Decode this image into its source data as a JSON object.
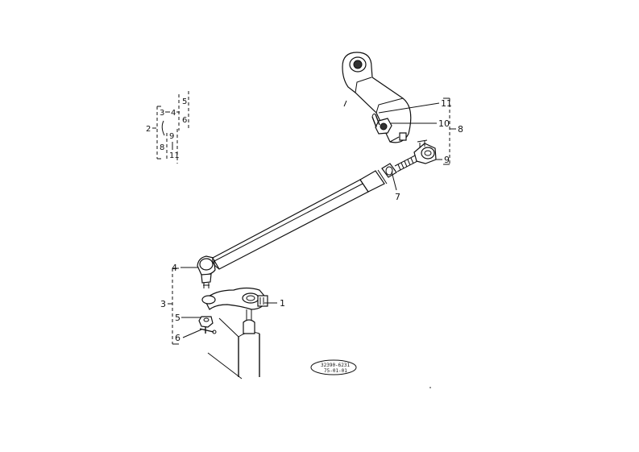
{
  "labels": {
    "p1": "1",
    "p3": "3",
    "p4": "4",
    "p5": "5",
    "p6": "6",
    "p7": "7",
    "p8": "8",
    "p9": "9",
    "p10": "10",
    "p11": "11"
  },
  "key": {
    "n2": "2",
    "n3": "3",
    "n4": "4",
    "n5": "5",
    "n6": "6",
    "n8": "8",
    "n9": "9",
    "n11": "11"
  },
  "stamp": {
    "line1": "32390-6231",
    "line2": "75-01-01"
  }
}
